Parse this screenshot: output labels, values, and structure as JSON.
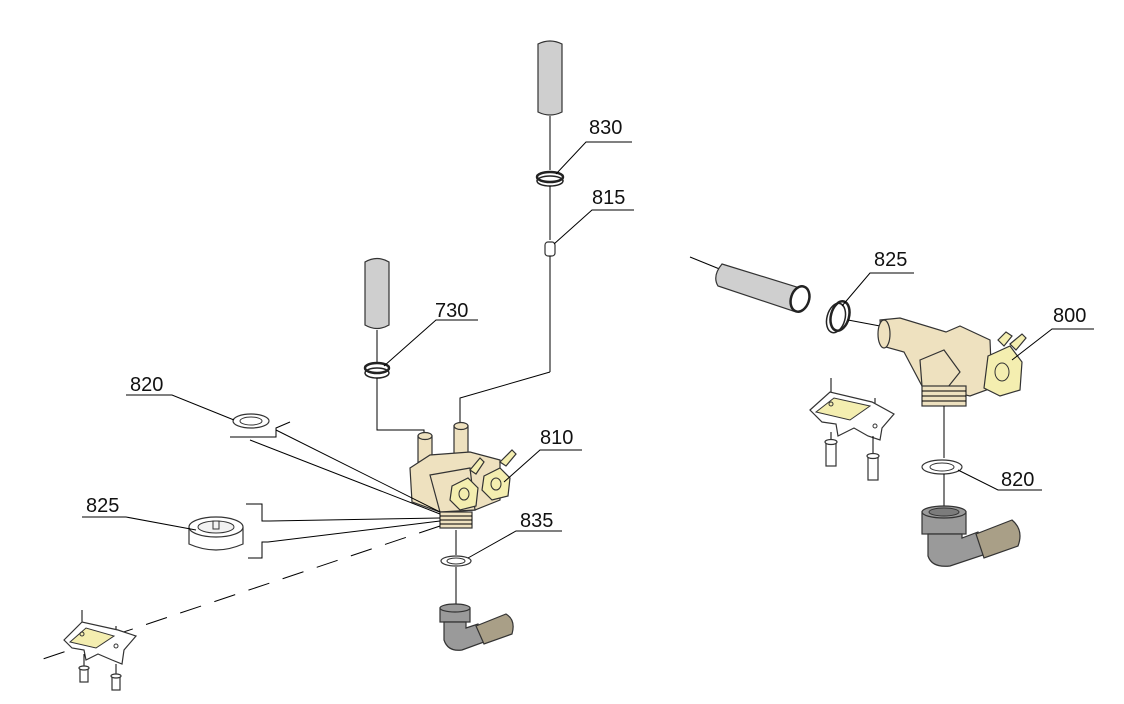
{
  "callouts": {
    "c830": "830",
    "c815": "815",
    "c730": "730",
    "c820_left": "820",
    "c810": "810",
    "c825_left": "825",
    "c835": "835",
    "c825_right": "825",
    "c800": "800",
    "c820_right": "820"
  }
}
